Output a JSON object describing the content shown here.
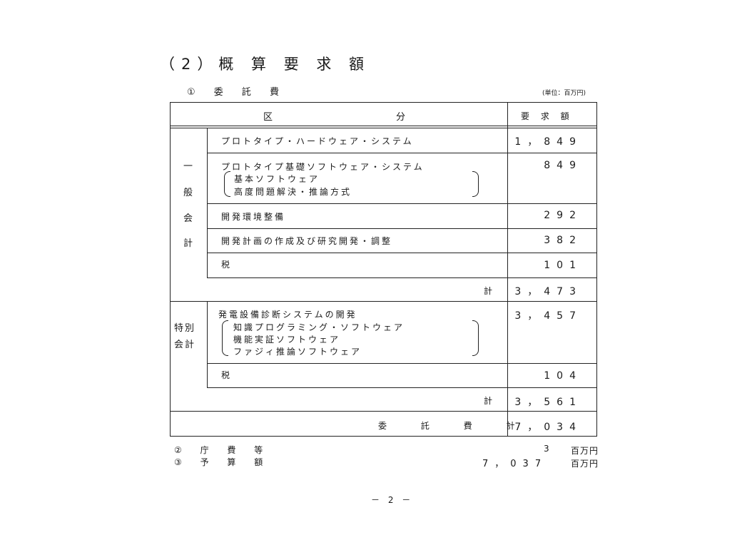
{
  "doc": {
    "title": "（2）概 算 要 求 額",
    "section1": "① 委 託 費",
    "unit": "(単位：百万円)"
  },
  "table": {
    "header": {
      "category": "区",
      "category2": "分",
      "amount": "要 求 額"
    },
    "general": {
      "label": [
        "一",
        "般",
        "会",
        "計"
      ],
      "rows": [
        {
          "text": "プロトタイプ・ハードウェア・システム",
          "amount": "1，849"
        },
        {
          "text": "プロトタイプ基礎ソフトウェア・システム",
          "sub1": "基本ソフトウェア",
          "sub2": "高度問題解決・推論方式",
          "amount": "849"
        },
        {
          "text": "開発環境整備",
          "amount": "292"
        },
        {
          "text": "開発計画の作成及び研究開発・調整",
          "amount": "382"
        },
        {
          "text": "税",
          "amount": "101"
        }
      ],
      "subtotal_label": "計",
      "subtotal": "3，473"
    },
    "special": {
      "label1": "特別",
      "label2": "会計",
      "rows": [
        {
          "text": "発電設備診断システムの開発",
          "sub1": "知識プログラミング・ソフトウェア",
          "sub2": "機能実証ソフトウェア",
          "sub3": "ファジィ推論ソフトウェア",
          "amount": "3，457"
        },
        {
          "text": "税",
          "amount": "104"
        }
      ],
      "subtotal_label": "計",
      "subtotal": "3，561"
    },
    "total_label": "委 託 費 計",
    "total": "7，034"
  },
  "footer": {
    "item2_label": "② 庁 費 等",
    "item2_value": "3",
    "item2_unit": "百万円",
    "item3_label": "③ 予 算 額",
    "item3_value": "7，037",
    "item3_unit": "百万円"
  },
  "page_number": "－ 2 －"
}
